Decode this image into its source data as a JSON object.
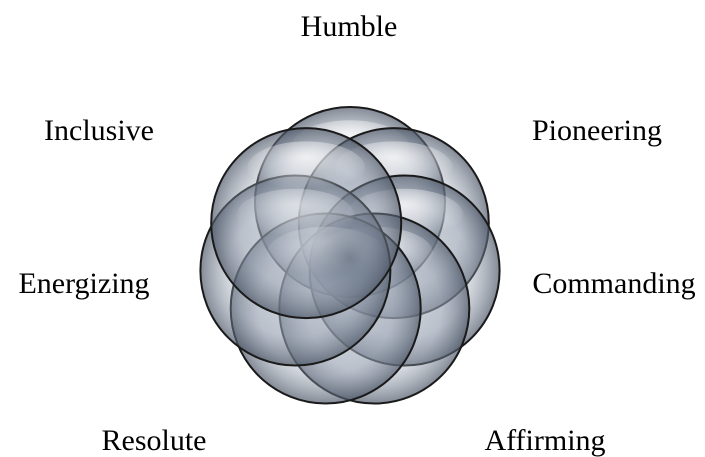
{
  "labels": [
    "Humble",
    "Pioneering",
    "Commanding",
    "Affirming",
    "Resolute",
    "Energizing",
    "Inclusive"
  ],
  "colors": {
    "bubble_base": "#8a96a8",
    "bubble_stroke": "#1a1a1a",
    "bubble_highlight": "#ffffff",
    "text": "#000000",
    "background": "#ffffff"
  }
}
